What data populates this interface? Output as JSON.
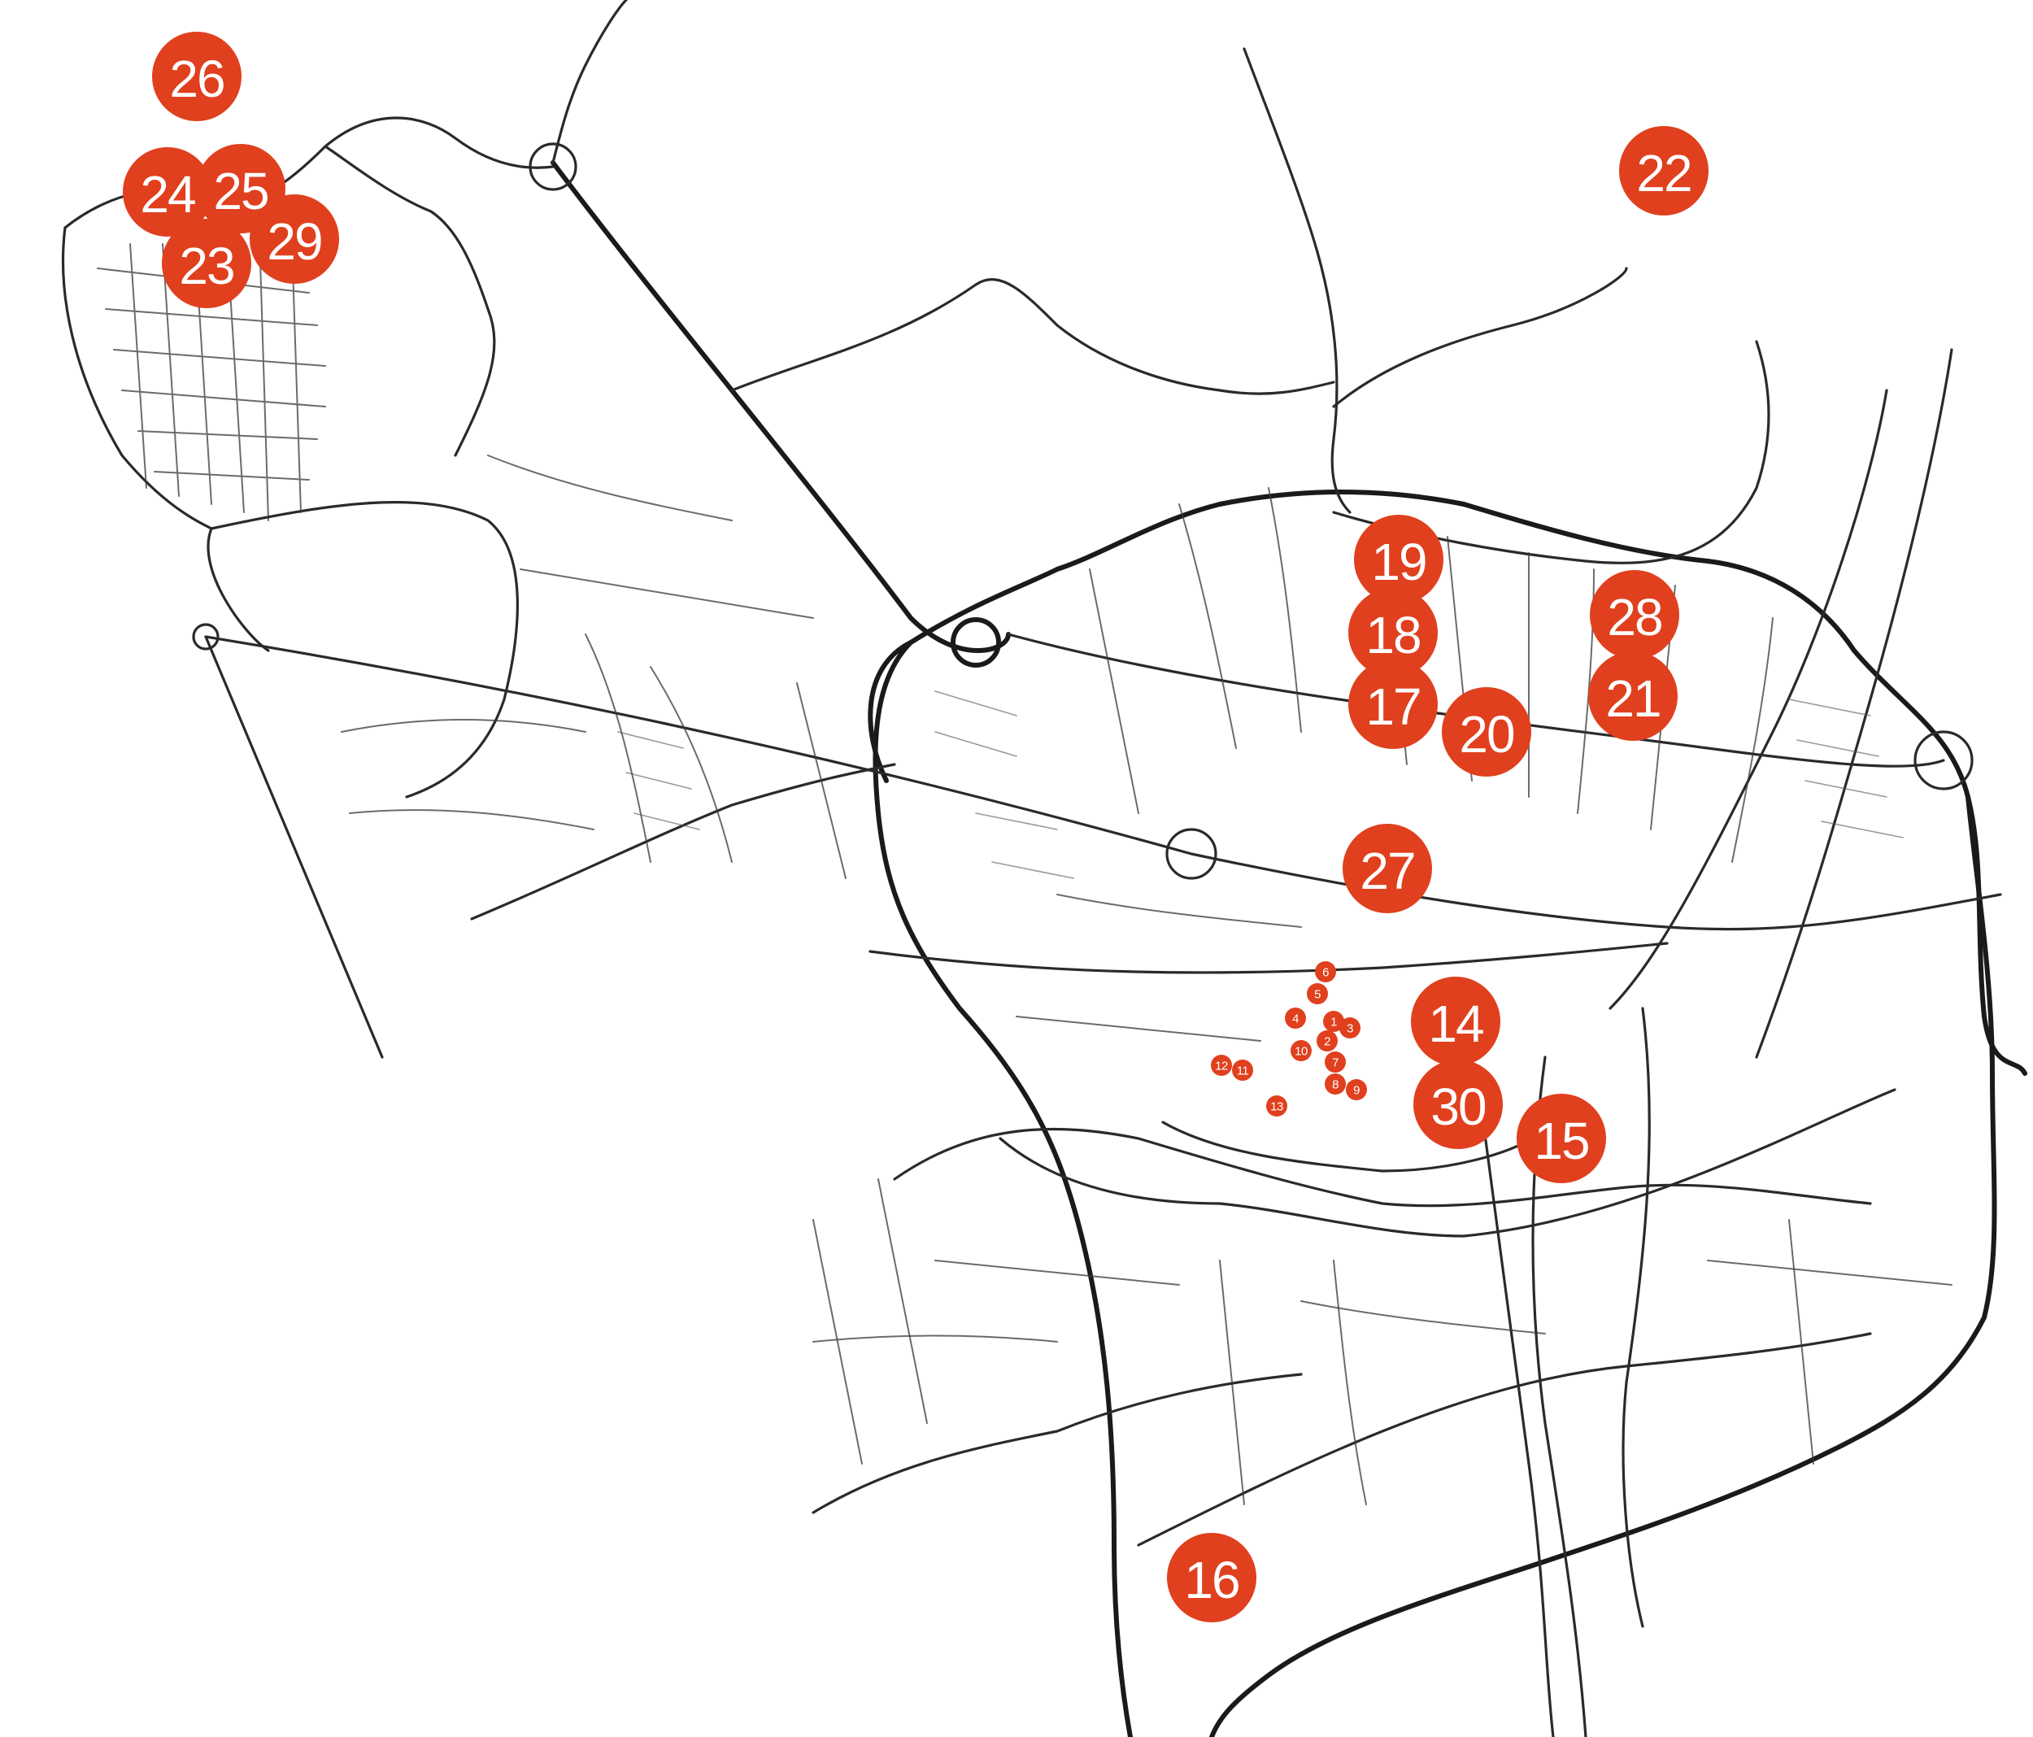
{
  "map": {
    "marker_color": "#e0401e",
    "road_color": "#1a1a1a",
    "background": "#ffffff",
    "markers": [
      {
        "label": "1",
        "size": "small"
      },
      {
        "label": "2",
        "size": "small"
      },
      {
        "label": "3",
        "size": "small"
      },
      {
        "label": "4",
        "size": "small"
      },
      {
        "label": "5",
        "size": "small"
      },
      {
        "label": "6",
        "size": "small"
      },
      {
        "label": "7",
        "size": "small"
      },
      {
        "label": "8",
        "size": "small"
      },
      {
        "label": "9",
        "size": "small"
      },
      {
        "label": "10",
        "size": "small"
      },
      {
        "label": "11",
        "size": "small"
      },
      {
        "label": "12",
        "size": "small"
      },
      {
        "label": "13",
        "size": "small"
      },
      {
        "label": "14",
        "size": "large"
      },
      {
        "label": "15",
        "size": "large"
      },
      {
        "label": "16",
        "size": "large"
      },
      {
        "label": "17",
        "size": "large"
      },
      {
        "label": "18",
        "size": "large"
      },
      {
        "label": "19",
        "size": "large"
      },
      {
        "label": "20",
        "size": "large"
      },
      {
        "label": "21",
        "size": "large"
      },
      {
        "label": "22",
        "size": "large"
      },
      {
        "label": "23",
        "size": "large"
      },
      {
        "label": "24",
        "size": "large"
      },
      {
        "label": "25",
        "size": "large"
      },
      {
        "label": "26",
        "size": "large"
      },
      {
        "label": "27",
        "size": "large"
      },
      {
        "label": "28",
        "size": "large"
      },
      {
        "label": "29",
        "size": "large"
      },
      {
        "label": "30",
        "size": "large"
      }
    ]
  }
}
